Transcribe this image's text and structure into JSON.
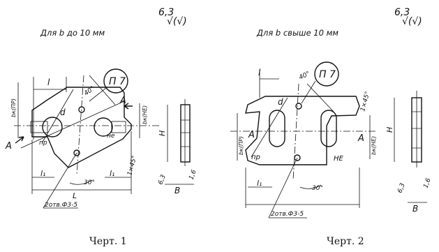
{
  "figure1": {
    "header": "Для b до 10 мм",
    "roughness": "6,3",
    "roughness_symbol": "√(√)",
    "caption": "Черт. 1",
    "labels": {
      "l_top": "l",
      "angle_top": "40°",
      "mark": "П 7",
      "section_a_top": "A",
      "section_a_left": "A",
      "d": "d",
      "pr": "пр",
      "ne": "не",
      "bk_pr": "bк(ПР)",
      "bk_ne": "bк(НЕ)",
      "chamfer": "1×45°",
      "l1_left": "l₁",
      "l1_right": "l₁",
      "angle_bottom": "30°",
      "L": "L",
      "holes": "2отв.Ф3-5",
      "H": "H",
      "B": "B",
      "rough_small_1": "6,3",
      "rough_small_2": "1,6"
    }
  },
  "figure2": {
    "header": "Для b свыше 10 мм",
    "roughness": "6,3",
    "roughness_symbol": "√(√)",
    "caption": "Черт. 2",
    "labels": {
      "l_top": "l",
      "angle_top": "40°",
      "mark": "П 7",
      "section_a_left": "A",
      "section_a_right": "A",
      "d": "d",
      "pr": "пр",
      "ne": "НЕ",
      "bk_pr": "bк(ПР)",
      "bk_ne": "bк(НЕ)",
      "chamfer": "1×45°",
      "l1": "l₁",
      "angle_bottom": "30°",
      "holes": "2отв.Ф3-5",
      "H": "H",
      "B": "B",
      "rough_small_1": "6,3",
      "rough_small_2": "1,6"
    }
  }
}
